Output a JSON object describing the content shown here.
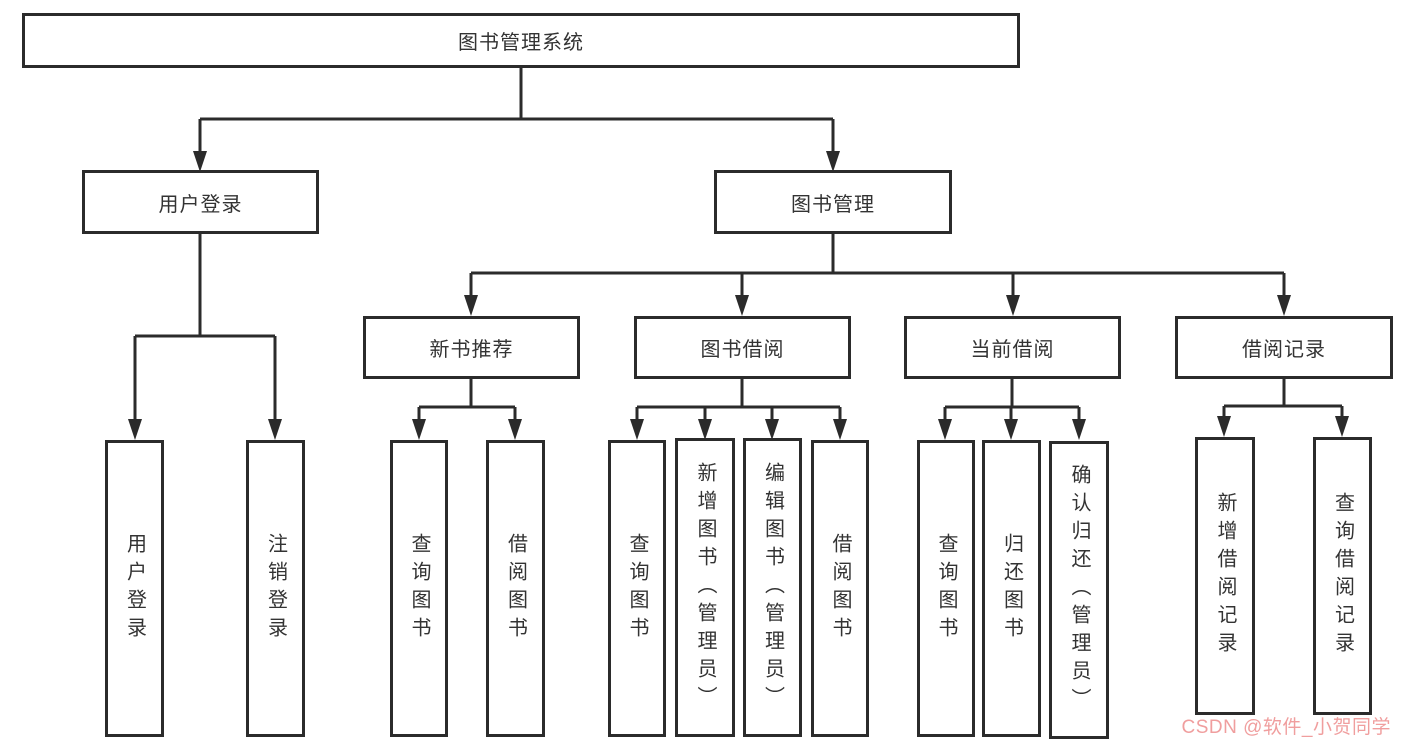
{
  "diagram": {
    "root": {
      "label": "图书管理系统"
    },
    "level2": [
      {
        "label": "用户登录"
      },
      {
        "label": "图书管理"
      }
    ],
    "level3": [
      {
        "label": "新书推荐"
      },
      {
        "label": "图书借阅"
      },
      {
        "label": "当前借阅"
      },
      {
        "label": "借阅记录"
      }
    ],
    "leaves": {
      "user_login": [
        {
          "label": "用户登录"
        },
        {
          "label": "注销登录"
        }
      ],
      "new_book": [
        {
          "label": "查询图书"
        },
        {
          "label": "借阅图书"
        }
      ],
      "book_borrow": [
        {
          "label": "查询图书"
        },
        {
          "label": "新增图书（管理员）"
        },
        {
          "label": "编辑图书（管理员）"
        },
        {
          "label": "借阅图书"
        }
      ],
      "current_borrow": [
        {
          "label": "查询图书"
        },
        {
          "label": "归还图书"
        },
        {
          "label": "确认归还（管理员）"
        }
      ],
      "borrow_record": [
        {
          "label": "新增借阅记录"
        },
        {
          "label": "查询借阅记录"
        }
      ]
    },
    "watermark": "CSDN @软件_小贺同学",
    "colors": {
      "line": "#2b2b2b",
      "box_border": "#2b2b2b",
      "text": "#333333",
      "watermark": "#f09e9e",
      "background": "#ffffff"
    }
  }
}
